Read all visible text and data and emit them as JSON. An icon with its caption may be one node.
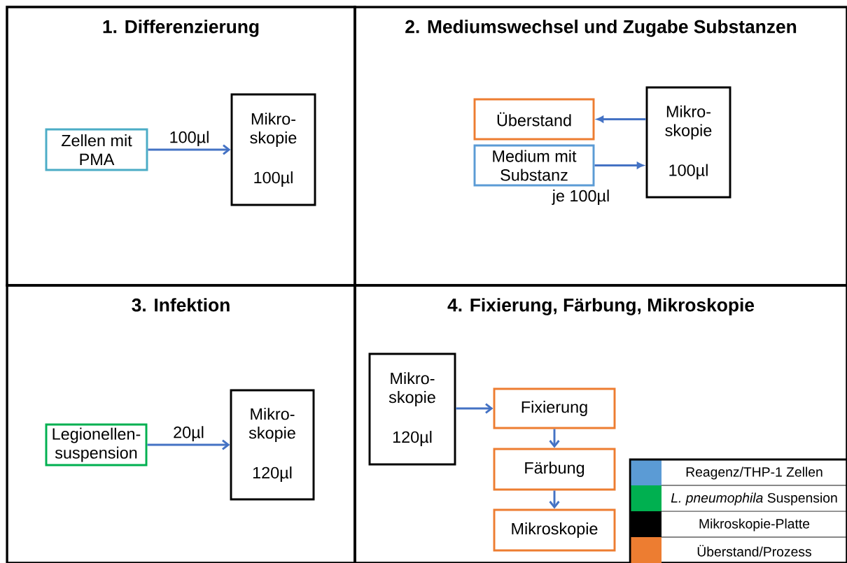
{
  "diagram": {
    "nodes": [
      {
        "text": [
          "1. Differenzierung"
        ]
      },
      {
        "text": [
          "Zellen mit PMA"
        ],
        "in": 0
      },
      {
        "text": [
          "Mikro- skopie",
          "100µl"
        ],
        "in": 0
      },
      {
        "text": [
          "2. Mediumswechsel und Zugabe Substanzen"
        ]
      },
      {
        "text": [
          "Überstand"
        ],
        "in": 3
      },
      {
        "text": [
          "Medium mit Substanz"
        ],
        "beside": [
          "je 100µl"
        ],
        "in": 3
      },
      {
        "text": [
          "Mikro- skopie",
          "100µl"
        ],
        "in": 3
      },
      {
        "text": [
          "3. Infektion"
        ]
      },
      {
        "text": [
          "Legionellen- suspension"
        ],
        "in": 7
      },
      {
        "text": [
          "Mikro- skopie",
          "120µl"
        ],
        "in": 7
      },
      {
        "text": [
          "4. Fixierung, Färbung, Mikroskopie"
        ]
      },
      {
        "text": [
          "Mikro- skopie",
          "120µl"
        ],
        "in": 10
      },
      {
        "text": [
          "Fixierung"
        ],
        "in": 10
      },
      {
        "text": [
          "Färbung"
        ],
        "in": 10
      },
      {
        "text": [
          "Mikroskopie"
        ],
        "in": 10
      }
    ],
    "edges": [
      {
        "from": 1,
        "to": 2,
        "arrow": "to",
        "label": "100µl"
      },
      {
        "from": 6,
        "to": 4,
        "arrow": "to"
      },
      {
        "from": 5,
        "to": 6,
        "arrow": "to"
      },
      {
        "from": 8,
        "to": 9,
        "arrow": "to",
        "label": "20µl"
      },
      {
        "from": 11,
        "to": 12,
        "arrow": "to"
      },
      {
        "from": 12,
        "to": 13,
        "arrow": "to"
      },
      {
        "from": 13,
        "to": 14,
        "arrow": "to"
      }
    ],
    "legend": [
      {
        "text": "Reagenz/THP-1 Zellen",
        "color": "#5b9bd5"
      },
      {
        "text": "*L. pneumophila* Suspension",
        "color": "#00b050"
      },
      {
        "text": "Mikroskopie-Platte",
        "color": "#000000"
      },
      {
        "text": "Überstand/Prozess",
        "color": "#ed7d31"
      }
    ]
  }
}
